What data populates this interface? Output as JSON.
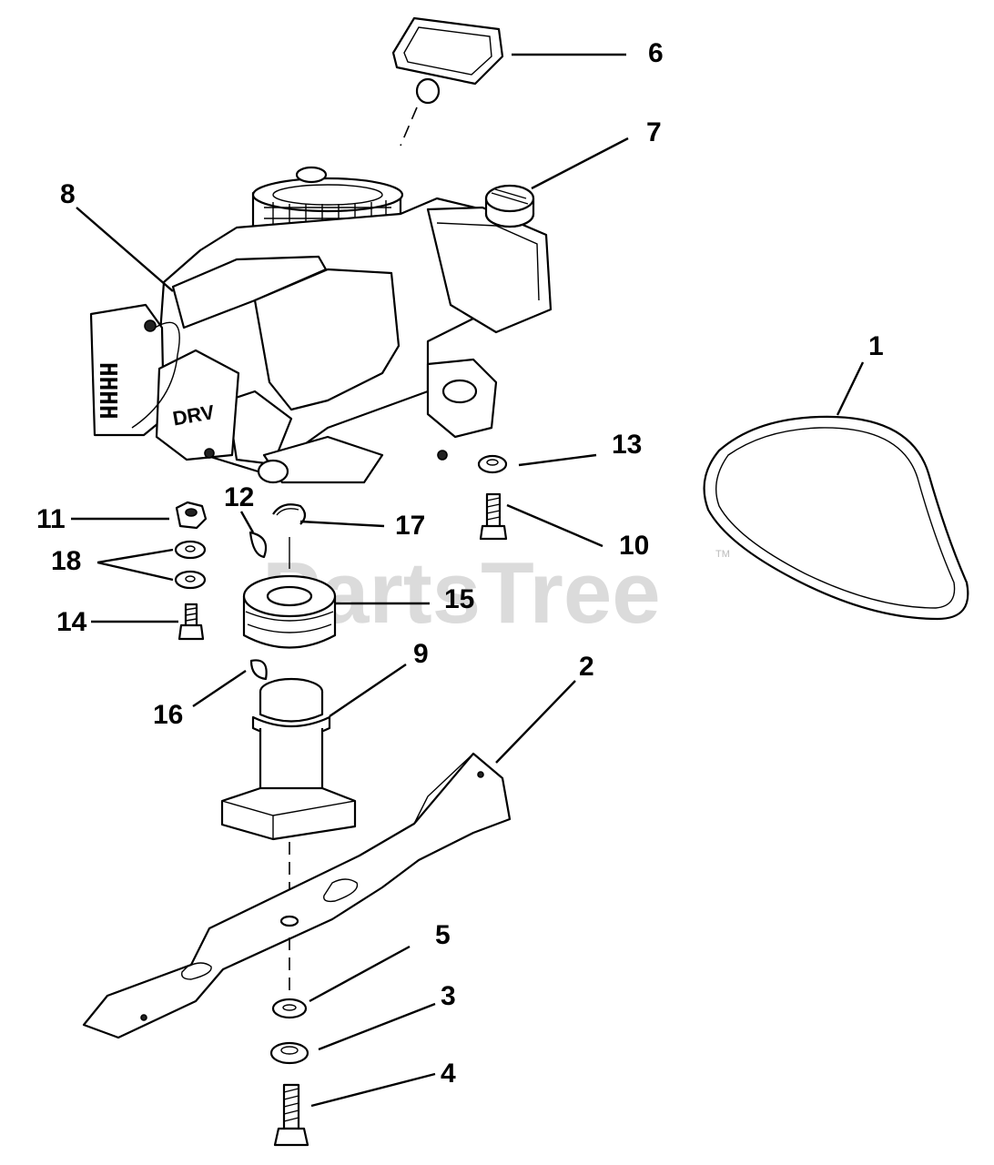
{
  "watermark": {
    "text": "PartsTree",
    "trademark": "TM"
  },
  "engine_markings": {
    "side_text": "DRV",
    "cylinder_text": "HHHH"
  },
  "callouts": [
    {
      "key": "c1",
      "label": "1"
    },
    {
      "key": "c2",
      "label": "2"
    },
    {
      "key": "c3",
      "label": "3"
    },
    {
      "key": "c4",
      "label": "4"
    },
    {
      "key": "c5",
      "label": "5"
    },
    {
      "key": "c6",
      "label": "6"
    },
    {
      "key": "c7",
      "label": "7"
    },
    {
      "key": "c8",
      "label": "8"
    },
    {
      "key": "c9",
      "label": "9"
    },
    {
      "key": "c10",
      "label": "10"
    },
    {
      "key": "c11",
      "label": "11"
    },
    {
      "key": "c12",
      "label": "12"
    },
    {
      "key": "c13",
      "label": "13"
    },
    {
      "key": "c14",
      "label": "14"
    },
    {
      "key": "c15",
      "label": "15"
    },
    {
      "key": "c16",
      "label": "16"
    },
    {
      "key": "c17",
      "label": "17"
    },
    {
      "key": "c18",
      "label": "18"
    }
  ]
}
